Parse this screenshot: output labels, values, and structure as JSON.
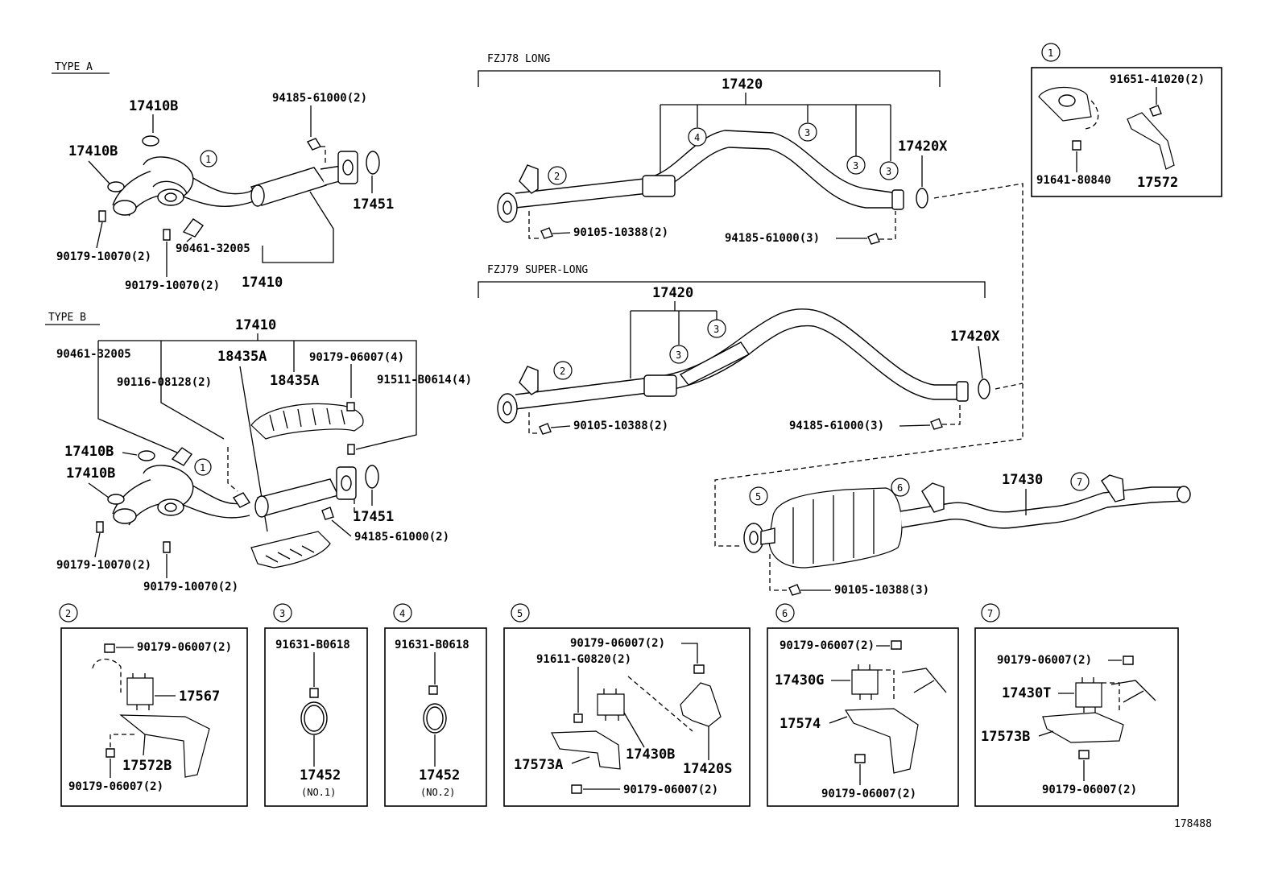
{
  "sections": {
    "type_a": "TYPE A",
    "type_b": "TYPE B",
    "fzj78": "FZJ78 LONG",
    "fzj79": "FZJ79 SUPER-LONG"
  },
  "type_a": {
    "p17410b_1": "17410B",
    "p17410b_2": "17410B",
    "p94185": "94185-61000(2)",
    "p17451": "17451",
    "p90461": "90461-32005",
    "p90179_1": "90179-10070(2)",
    "p90179_2": "90179-10070(2)",
    "p17410": "17410",
    "c1": "1"
  },
  "type_b": {
    "p17410": "17410",
    "p90461": "90461-32005",
    "p18435a_1": "18435A",
    "p90116": "90116-08128(2)",
    "p90179_06007": "90179-06007(4)",
    "p18435a_2": "18435A",
    "p91511": "91511-B0614(4)",
    "p17410b_1": "17410B",
    "p17410b_2": "17410B",
    "p17451": "17451",
    "p94185": "94185-61000(2)",
    "p90179_1": "90179-10070(2)",
    "p90179_2": "90179-10070(2)",
    "c1": "1"
  },
  "fzj78": {
    "p17420": "17420",
    "p17420x": "17420X",
    "p90105": "90105-10388(2)",
    "p94185": "94185-61000(3)",
    "c2": "2",
    "c3a": "3",
    "c3b": "3",
    "c3c": "3",
    "c4": "4"
  },
  "fzj79": {
    "p17420": "17420",
    "p17420x": "17420X",
    "p90105": "90105-10388(2)",
    "p94185": "94185-61000(3)",
    "c2": "2",
    "c3a": "3",
    "c3b": "3"
  },
  "muffler": {
    "p17430": "17430",
    "p90105": "90105-10388(3)",
    "c5": "5",
    "c6": "6",
    "c7": "7"
  },
  "box1": {
    "num": "1",
    "p91651": "91651-41020(2)",
    "p91641": "91641-80840",
    "p17572": "17572"
  },
  "box2": {
    "num": "2",
    "p90179_top": "90179-06007(2)",
    "p17567": "17567",
    "p17572b": "17572B",
    "p90179_bot": "90179-06007(2)"
  },
  "box3": {
    "num": "3",
    "p91631": "91631-B0618",
    "p17452": "17452",
    "sub": "(NO.1)"
  },
  "box4": {
    "num": "4",
    "p91631": "91631-B0618",
    "p17452": "17452",
    "sub": "(NO.2)"
  },
  "box5": {
    "num": "5",
    "p90179_top": "90179-06007(2)",
    "p91611": "91611-G0820(2)",
    "p17573a": "17573A",
    "p17430b": "17430B",
    "p17420s": "17420S",
    "p90179_bot": "90179-06007(2)"
  },
  "box6": {
    "num": "6",
    "p90179_top": "90179-06007(2)",
    "p17430g": "17430G",
    "p17574": "17574",
    "p90179_bot": "90179-06007(2)"
  },
  "box7": {
    "num": "7",
    "p90179_top": "90179-06007(2)",
    "p17430t": "17430T",
    "p17573b": "17573B",
    "p90179_bot": "90179-06007(2)"
  },
  "figure_id": "178488"
}
